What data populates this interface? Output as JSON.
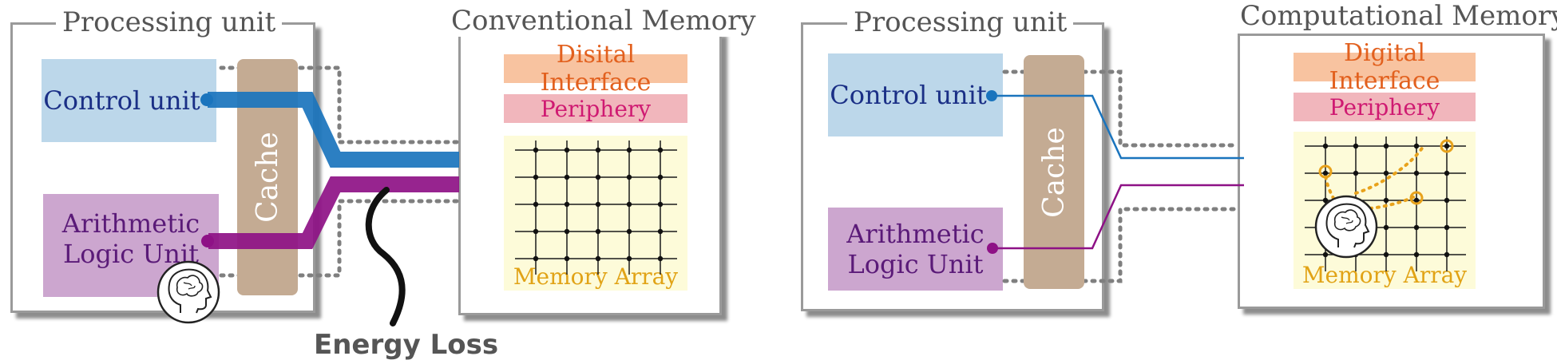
{
  "left": {
    "processing_unit": {
      "title": "Processing unit",
      "control_unit": "Control unit",
      "alu_line1": "Arithmetic",
      "alu_line2": "Logic Unit",
      "cache": "Cache"
    },
    "memory": {
      "title": "Conventional Memory",
      "digital_interface": "Disital Interface",
      "periphery": "Periphery",
      "memory_array": "Memory Array"
    },
    "energy_loss": "Energy Loss"
  },
  "right": {
    "processing_unit": {
      "title": "Processing unit",
      "control_unit": "Control unit",
      "alu_line1": "Arithmetic",
      "alu_line2": "Logic Unit",
      "cache": "Cache"
    },
    "memory": {
      "title": "Computational Memory",
      "digital_interface": "Digital Interface",
      "periphery": "Periphery",
      "memory_array": "Memory Array"
    }
  },
  "colors": {
    "control_blue": "#1a74bd",
    "alu_purple": "#8e1186",
    "compute_orange": "#e8a21b"
  },
  "icons": [
    "brain-head-icon-left",
    "brain-head-icon-right"
  ]
}
